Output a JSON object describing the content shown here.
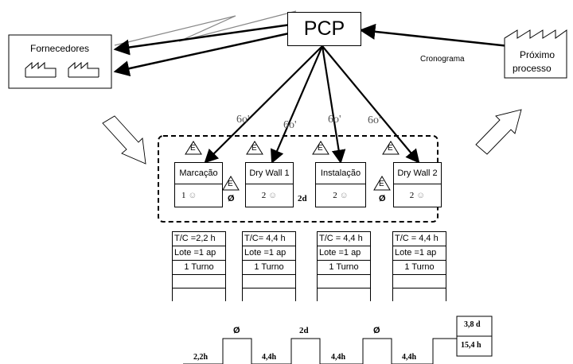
{
  "pcp": {
    "label": "PCP"
  },
  "suppliers": {
    "label": "Fornecedores"
  },
  "next_process": {
    "label_line1": "Próximo",
    "label_line2": "processo"
  },
  "schedule": {
    "label": "Cronograma"
  },
  "processes": [
    {
      "name": "Marcação",
      "operators": "1",
      "tc": "T/C =2,2 h",
      "lot": "Lote =1 ap",
      "shift": "1 Turno"
    },
    {
      "name": "Dry Wall 1",
      "operators": "2",
      "tc": "T/C= 4,4 h",
      "lot": "Lote =1 ap",
      "shift": "1 Turno"
    },
    {
      "name": "Instalação",
      "operators": "2",
      "tc": "T/C = 4,4 h",
      "lot": "Lote =1 ap",
      "shift": "1 Turno"
    },
    {
      "name": "Dry Wall 2",
      "operators": "2",
      "tc": "T/C = 4,4 h",
      "lot": "Lote =1 ap",
      "shift": "1 Turno"
    }
  ],
  "inventory": {
    "symbol": "E",
    "between": [
      "Ø",
      "2d",
      "Ø"
    ]
  },
  "timeline": {
    "waits": [
      "Ø",
      "2d",
      "Ø"
    ],
    "process_times": [
      "2,2h",
      "4,4h",
      "4,4h",
      "4,4h"
    ],
    "lead_time": "3,8 d",
    "total_process_time": "15,4 h"
  },
  "glasses": {
    "symbol": "6o'"
  }
}
